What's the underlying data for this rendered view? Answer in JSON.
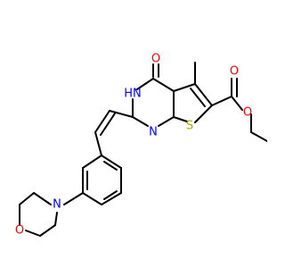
{
  "atoms": {
    "oxygen_carbonyl": {
      "label": "O",
      "color": "#ff0000"
    },
    "nitrogen_h": {
      "label": "HN",
      "color": "#0000ff"
    },
    "nitrogen_ring": {
      "label": "N",
      "color": "#0000ff"
    },
    "sulfur": {
      "label": "S",
      "color": "#b3a300"
    },
    "ester_carbonyl_o": {
      "label": "O",
      "color": "#ff0000"
    },
    "ester_ether_o": {
      "label": "O",
      "color": "#ff0000"
    },
    "morpholine_n": {
      "label": "N",
      "color": "#0000ff"
    },
    "morpholine_o": {
      "label": "O",
      "color": "#ff0000"
    }
  }
}
